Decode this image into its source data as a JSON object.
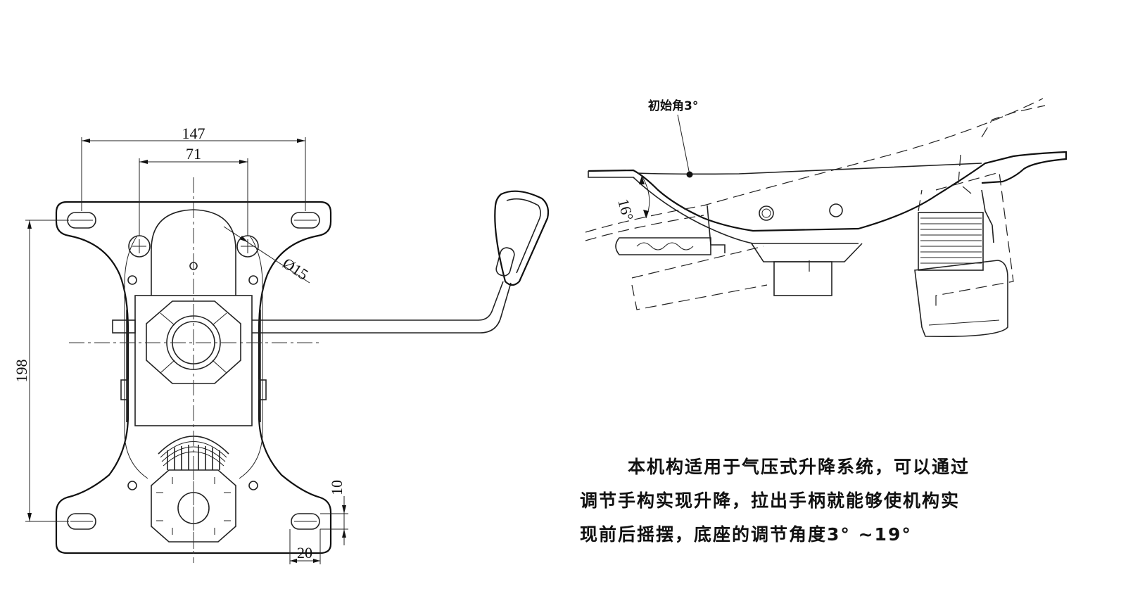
{
  "dimensions": {
    "overall_width": "147",
    "hole_spacing": "71",
    "hole_diameter": "Ø15",
    "overall_height": "198",
    "edge_offset_vertical": "10",
    "edge_offset_horizontal": "20"
  },
  "side_view": {
    "initial_angle_label": "初始角3°",
    "tilt_angle_label": "16°"
  },
  "description": {
    "line1": "本机构适用于气压式升降系统，可以通过",
    "line2": "调节手构实现升降，拉出手柄就能够使机构实",
    "line3": "现前后摇摆，底座的调节角度3° ~19°"
  }
}
